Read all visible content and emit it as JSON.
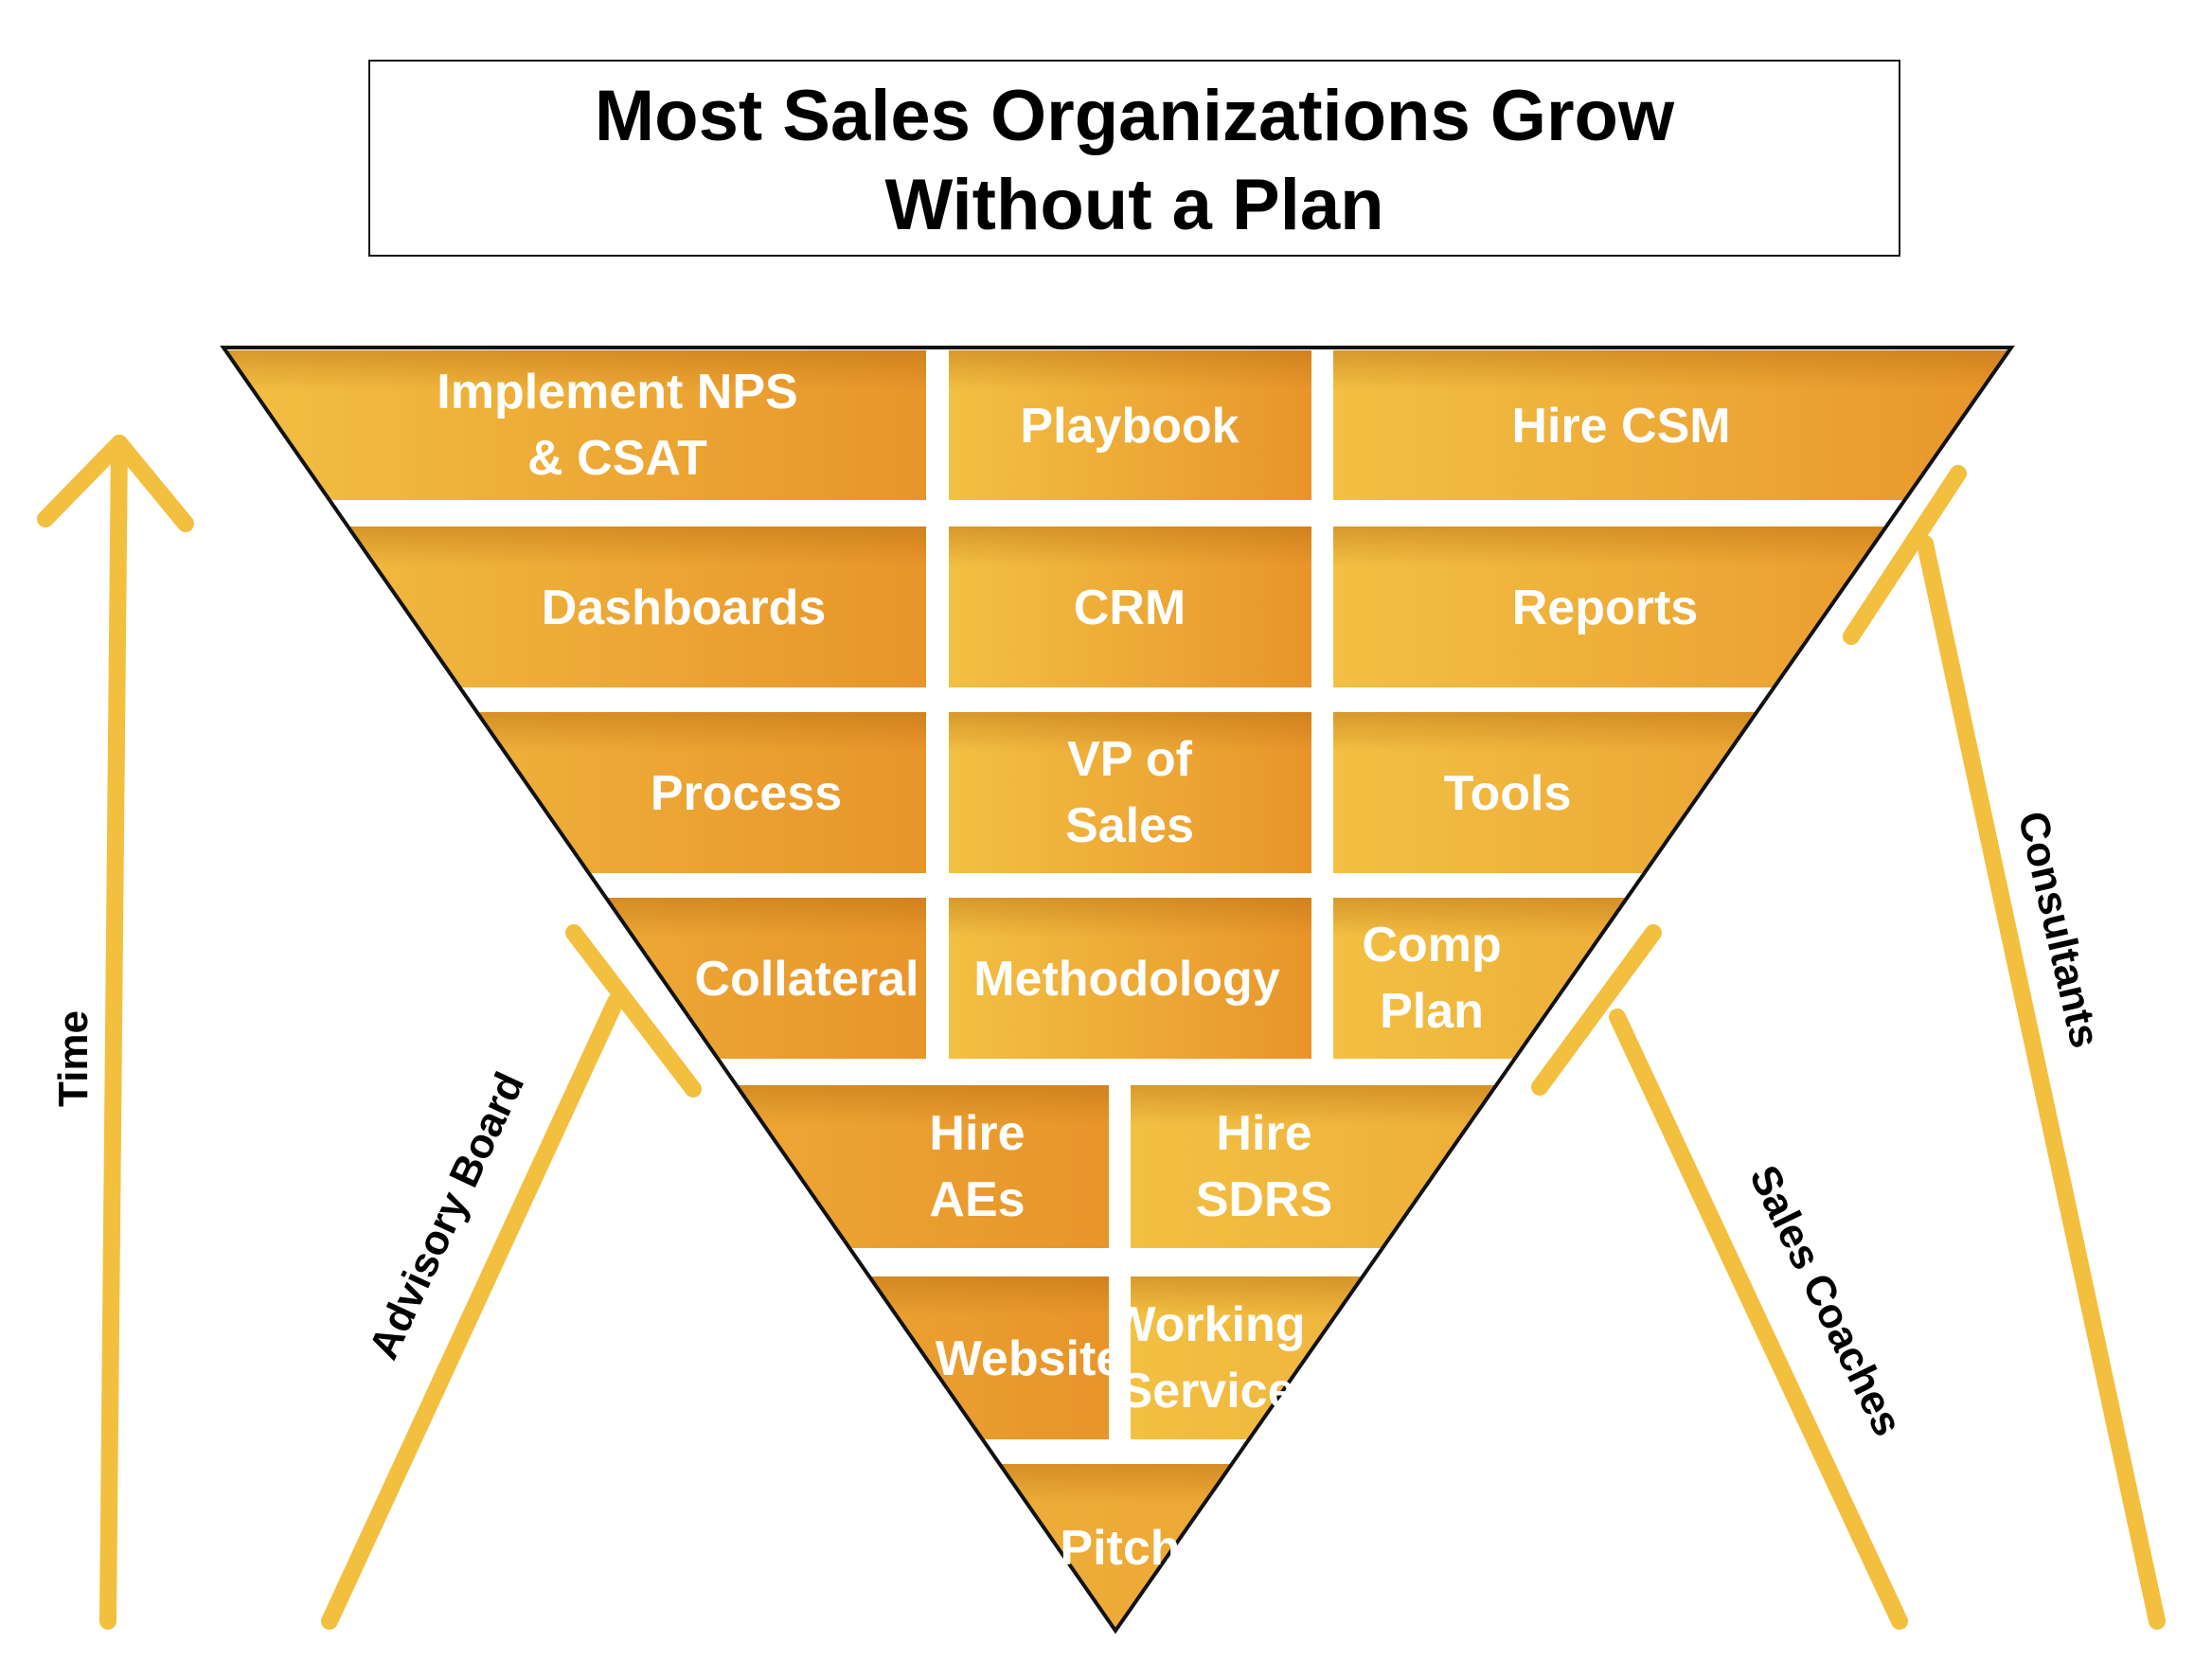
{
  "title": {
    "line1": "Most Sales Organizations Grow",
    "line2": "Without a Plan"
  },
  "colors": {
    "block_light": "#f2c043",
    "block_dark": "#e8952a",
    "arrow": "#f3bf3f",
    "outline": "#111111"
  },
  "rows": [
    [
      {
        "line1": "Implement NPS",
        "line2": "& CSAT"
      },
      {
        "line1": "Playbook",
        "line2": ""
      },
      {
        "line1": "Hire CSM",
        "line2": ""
      }
    ],
    [
      {
        "line1": "Dashboards",
        "line2": ""
      },
      {
        "line1": "CRM",
        "line2": ""
      },
      {
        "line1": "Reports",
        "line2": ""
      }
    ],
    [
      {
        "line1": "Process",
        "line2": ""
      },
      {
        "line1": "VP of",
        "line2": "Sales"
      },
      {
        "line1": "Tools",
        "line2": ""
      }
    ],
    [
      {
        "line1": "Collateral",
        "line2": ""
      },
      {
        "line1": "Methodology",
        "line2": ""
      },
      {
        "line1": "Comp",
        "line2": "Plan"
      }
    ],
    [
      {
        "line1": "Hire",
        "line2": "AEs"
      },
      {
        "line1": "Hire",
        "line2": "SDRS"
      }
    ],
    [
      {
        "line1": "Website",
        "line2": ""
      },
      {
        "line1": "Working",
        "line2": "Service"
      }
    ],
    [
      {
        "line1": "Pitch",
        "line2": ""
      }
    ]
  ],
  "side_labels": {
    "time": "Time",
    "advisory_board": "Advisory Board",
    "sales_coaches": "Sales Coaches",
    "consultants": "Consultants"
  }
}
